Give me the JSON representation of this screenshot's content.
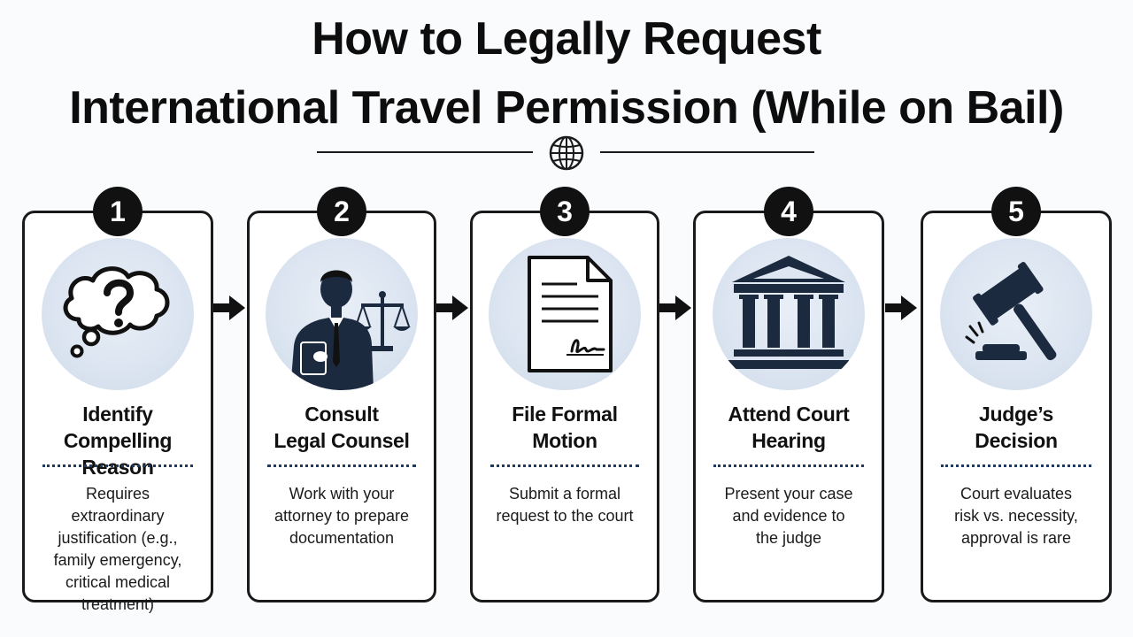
{
  "title": {
    "line1": "How to Legally Request",
    "line2": "International Travel Permission (While on Bail)"
  },
  "header_icon": "globe-icon",
  "colors": {
    "ink": "#111111",
    "accent_blue": "#1f3a5f",
    "icon_bg": "#dde6f1"
  },
  "steps": [
    {
      "number": "1",
      "title": "Identify\nCompelling Reason",
      "description": "Requires extraordinary\njustification (e.g.,\nfamily emergency,\ncritical medical\ntreatment)",
      "icon": "thought-bubble-question-icon"
    },
    {
      "number": "2",
      "title": "Consult\nLegal Counsel",
      "description": "Work with your\nattorney to prepare\ndocumentation",
      "icon": "lawyer-with-scales-icon"
    },
    {
      "number": "3",
      "title": "File Formal\nMotion",
      "description": "Submit a formal\nrequest to the court",
      "icon": "signed-document-icon"
    },
    {
      "number": "4",
      "title": "Attend Court\nHearing",
      "description": "Present your case\nand evidence to\nthe judge",
      "icon": "courthouse-icon"
    },
    {
      "number": "5",
      "title": "Judge’s\nDecision",
      "description": "Court evaluates\nrisk vs. necessity,\napproval is rare",
      "icon": "gavel-icon"
    }
  ],
  "connectors": [
    "arrow-right-icon",
    "arrow-right-icon",
    "arrow-right-icon",
    "arrow-right-icon"
  ]
}
